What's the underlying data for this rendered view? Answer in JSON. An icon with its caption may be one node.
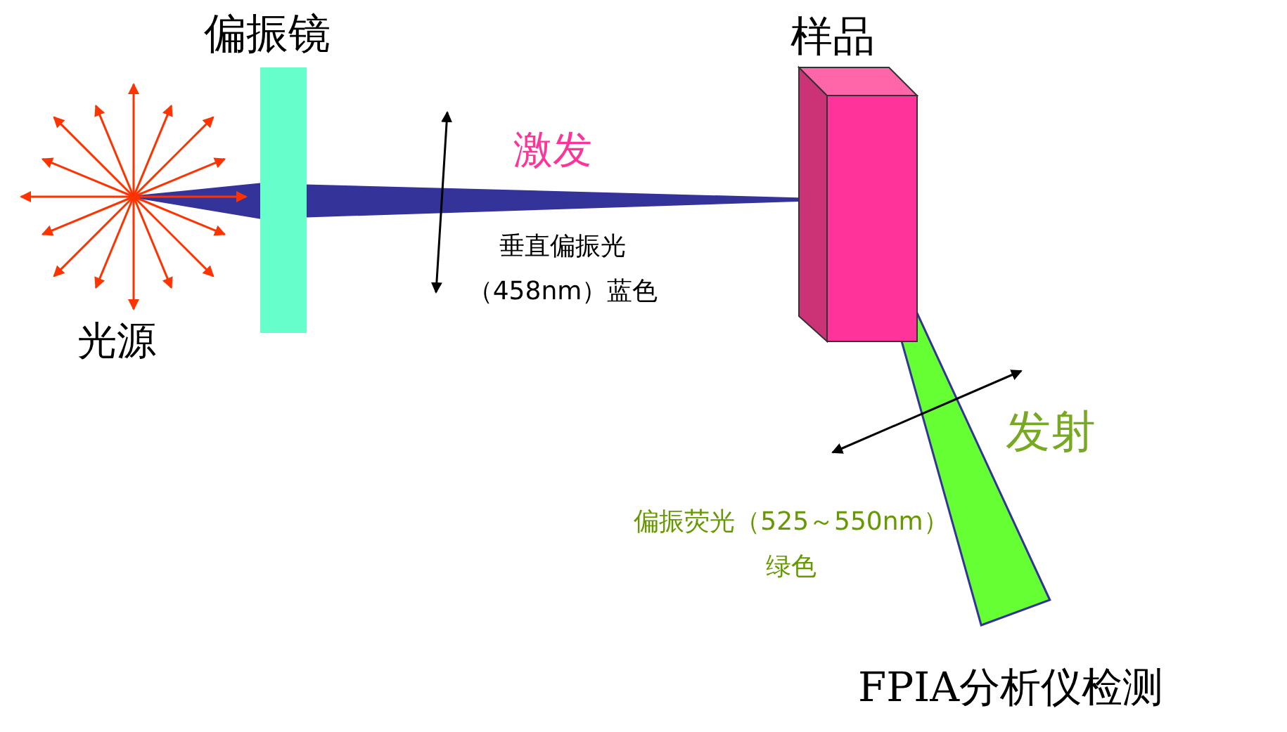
{
  "diagram": {
    "nodes": [
      {
        "text": [
          "光源"
        ]
      },
      {
        "text": [
          "偏振镜"
        ]
      },
      {
        "text": [
          "样品"
        ]
      },
      {
        "text": [
          "FPIA分析仪检测"
        ]
      }
    ],
    "edges": [
      {
        "from": 0,
        "to": 1,
        "arrow": "none"
      },
      {
        "from": 1,
        "to": 2,
        "arrow": "none"
      },
      {
        "from": 2,
        "to": 3,
        "arrow": "none",
        "color": "#66ff33"
      }
    ],
    "labels": [
      "激发",
      "垂直偏振光（458nm）蓝色",
      "发射",
      "偏振荧光（525～550nm）绿色"
    ]
  }
}
